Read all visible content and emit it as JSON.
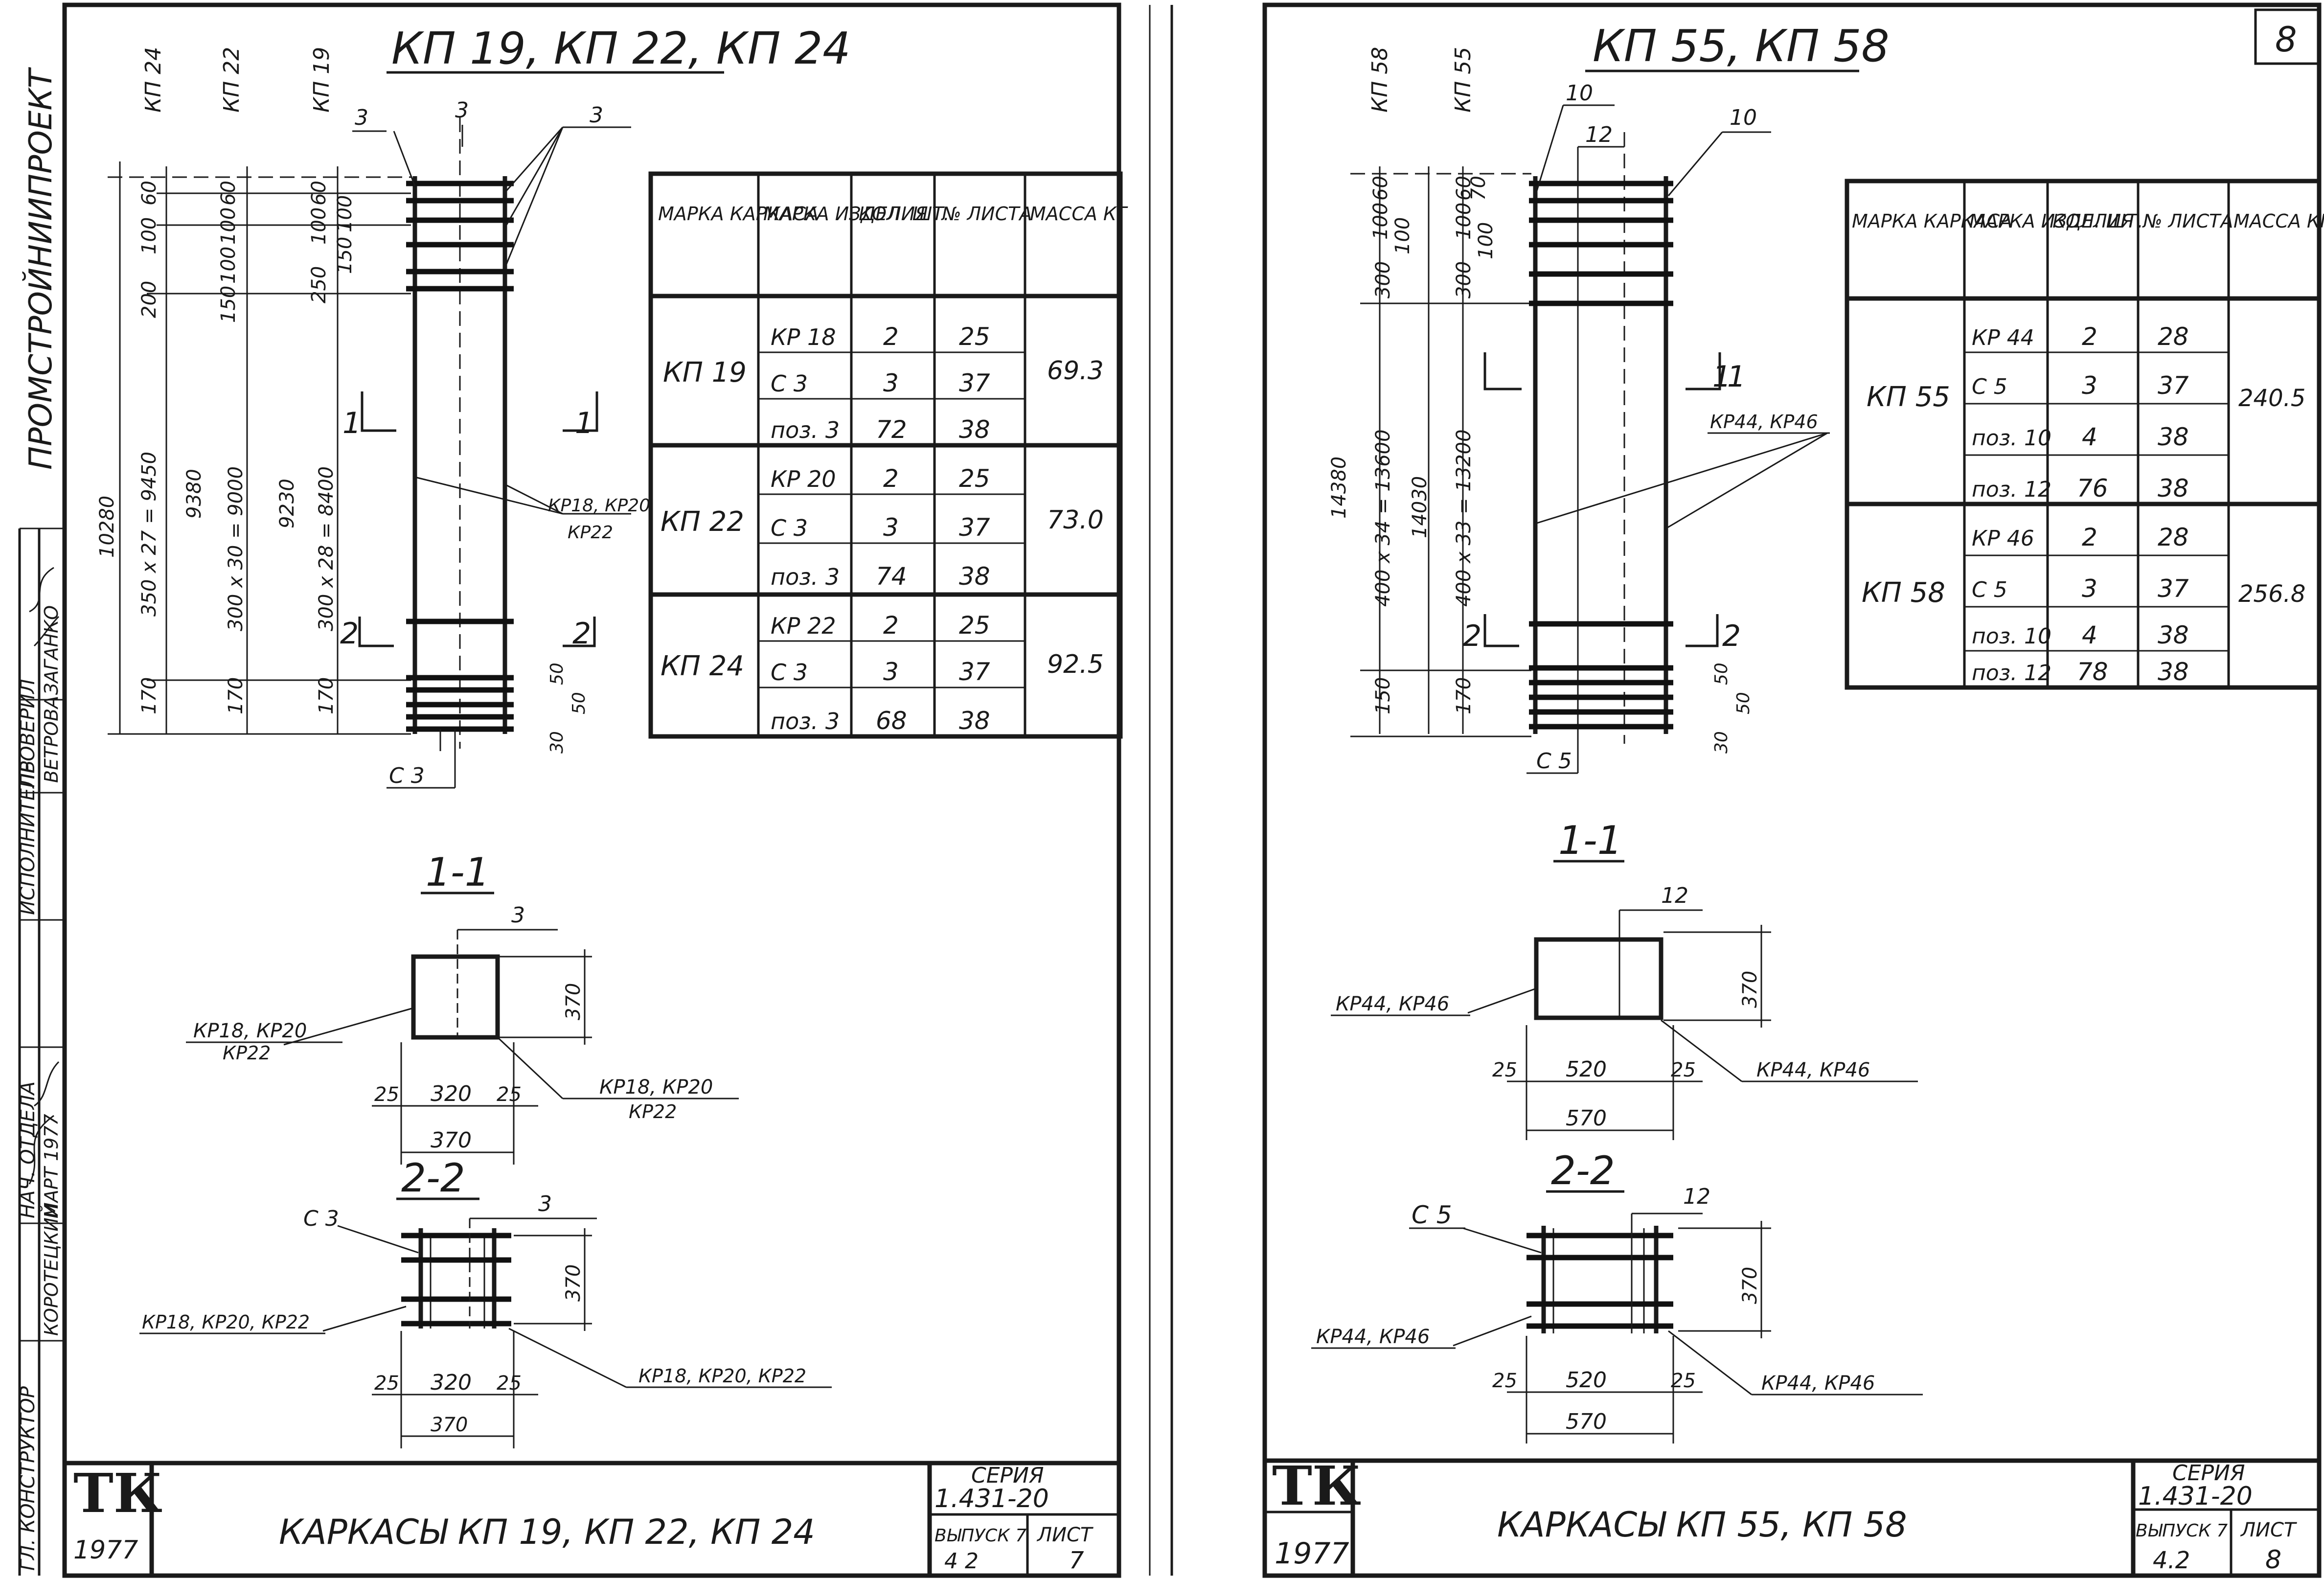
{
  "left_sheet": {
    "heading": "КП 19, КП 22, КП 24",
    "marks_vertical": [
      "КП 24",
      "КП 22",
      "КП 19"
    ],
    "dims_vertical": {
      "kp24": [
        "60",
        "100",
        "200",
        "350 x 27 = 9450",
        "10280",
        "170"
      ],
      "kp22": [
        "60",
        "100",
        "100",
        "150",
        "9380",
        "300 x 30 = 9000",
        "170"
      ],
      "kp19": [
        "60",
        "100",
        "100",
        "250",
        "150",
        "300 x 28 = 8400",
        "9230",
        "170"
      ]
    },
    "callouts": {
      "top_left": "3",
      "top_mid": "3",
      "top_right": "3",
      "c": "С 3",
      "mesh": "КР18, КР20",
      "mesh2": "КР22",
      "dim50a": "50",
      "dim50b": "50",
      "dim30": "30"
    },
    "section_marks": {
      "s1l": "1",
      "s1r": "1",
      "s2l": "2",
      "s2r": "2"
    },
    "table": {
      "headers": [
        "МАРКА КАРКАСА",
        "МАРКА ИЗДЕЛИЯ",
        "КОЛ. ШТ.",
        "№ ЛИСТА",
        "МАССА КГ"
      ],
      "groups": [
        {
          "frame": "КП 19",
          "mass": "69.3",
          "rows": [
            [
              "КР 18",
              "2",
              "25"
            ],
            [
              "С 3",
              "3",
              "37"
            ],
            [
              "поз. 3",
              "72",
              "38"
            ]
          ]
        },
        {
          "frame": "КП 22",
          "mass": "73.0",
          "rows": [
            [
              "КР 20",
              "2",
              "25"
            ],
            [
              "С 3",
              "3",
              "37"
            ],
            [
              "поз. 3",
              "74",
              "38"
            ]
          ]
        },
        {
          "frame": "КП 24",
          "mass": "92.5",
          "rows": [
            [
              "КР 22",
              "2",
              "25"
            ],
            [
              "С 3",
              "3",
              "37"
            ],
            [
              "поз. 3",
              "68",
              "38"
            ]
          ]
        }
      ]
    },
    "section11": {
      "title": "1-1",
      "pos": "3",
      "left_label": "КР18, КР20",
      "left_label2": "КР22",
      "right_label": "КР18, КР20",
      "right_label2": "КР22",
      "d25a": "25",
      "d320": "320",
      "d25b": "25",
      "d370w": "370",
      "d370h": "370"
    },
    "section22": {
      "title": "2-2",
      "c": "С 3",
      "pos": "3",
      "left_label": "КР18, КР20, КР22",
      "right_label": "КР18, КР20, КР22",
      "d25a": "25",
      "d320": "320",
      "d25b": "25",
      "d370w": "370",
      "d370h": "370"
    },
    "stamp": {
      "logo": "ТК",
      "year": "1977",
      "title": "КАРКАСЫ КП 19, КП 22, КП 24",
      "series_label": "СЕРИЯ",
      "series": "1.431-20",
      "issue_label": "ВЫПУСК 7",
      "sheet_label": "ЛИСТ",
      "issue": "4 2",
      "sheet": "7"
    }
  },
  "right_sheet": {
    "page_no": "8",
    "heading": "КП 55, КП 58",
    "marks_vertical": [
      "КП 58",
      "КП 55"
    ],
    "dims_vertical": {
      "kp58": [
        "60",
        "100",
        "100",
        "300",
        "14380",
        "400 x 34 = 13600",
        "150"
      ],
      "kp55": [
        "60",
        "70",
        "100",
        "100",
        "300",
        "14030",
        "400 x 33 = 13200",
        "170"
      ]
    },
    "callouts": {
      "p10a": "10",
      "p12": "12",
      "p10b": "10",
      "mesh": "КР44, КР46",
      "c": "С 5",
      "dim50a": "50",
      "dim50b": "50",
      "dim30": "30"
    },
    "section_marks": {
      "s1l": "1",
      "s1r": "1",
      "s2l": "2",
      "s2r": "2"
    },
    "table": {
      "headers": [
        "МАРКА КАРКАСА",
        "МАРКА ИЗДЕЛИЯ",
        "КОЛ. ШТ.",
        "№ ЛИСТА",
        "МАССА КГ"
      ],
      "groups": [
        {
          "frame": "КП 55",
          "mass": "240.5",
          "rows": [
            [
              "КР 44",
              "2",
              "28"
            ],
            [
              "С 5",
              "3",
              "37"
            ],
            [
              "поз. 10",
              "4",
              "38"
            ],
            [
              "поз. 12",
              "76",
              "38"
            ]
          ]
        },
        {
          "frame": "КП 58",
          "mass": "256.8",
          "rows": [
            [
              "КР 46",
              "2",
              "28"
            ],
            [
              "С 5",
              "3",
              "37"
            ],
            [
              "поз. 10",
              "4",
              "38"
            ],
            [
              "поз. 12",
              "78",
              "38"
            ]
          ]
        }
      ]
    },
    "section11": {
      "title": "1-1",
      "pos": "12",
      "left_label": "КР44, КР46",
      "right_label": "КР44, КР46",
      "d25a": "25",
      "d520": "520",
      "d25b": "25",
      "d570": "570",
      "d370": "370"
    },
    "section22": {
      "title": "2-2",
      "c": "С 5",
      "pos": "12",
      "left_label": "КР44, КР46",
      "right_label": "КР44, КР46",
      "d25a": "25",
      "d520": "520",
      "d25b": "25",
      "d570": "570",
      "d370": "370"
    },
    "stamp": {
      "logo": "ТК",
      "year": "1977",
      "title": "КАРКАСЫ КП 55, КП 58",
      "series_label": "СЕРИЯ",
      "series": "1.431-20",
      "issue_label": "ВЫПУСК 7",
      "sheet_label": "ЛИСТ",
      "issue": "4.2",
      "sheet": "8"
    }
  },
  "side_strip": {
    "org": "ПРОМСТРОЙНИИПРОЕКТ",
    "roles": [
      "ГЛ. КОНСТРУКТОР",
      "НАЧ. ОТДЕЛА",
      "ИСПОЛНИТЕЛЬ",
      "ПРОВЕРИЛ"
    ],
    "names": [
      "КОРОТЕЦКИЙ",
      "ВЕТРОВА",
      "ЗАГАНКО"
    ],
    "date": "МАРТ 1977"
  }
}
